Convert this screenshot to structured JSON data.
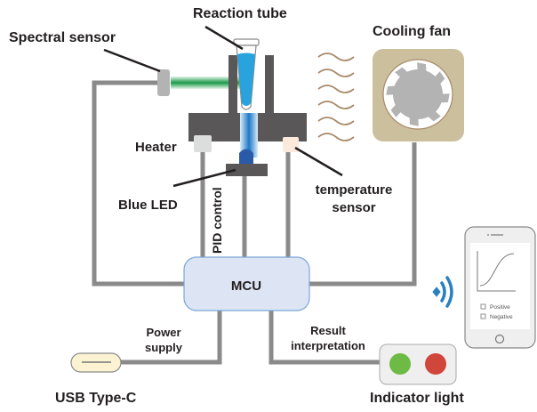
{
  "labels": {
    "reaction_tube": "Reaction tube",
    "spectral_sensor": "Spectral sensor",
    "cooling_fan": "Cooling fan",
    "heater": "Heater",
    "blue_led": "Blue LED",
    "pid_control": "PID control",
    "temperature_sensor_line1": "temperature",
    "temperature_sensor_line2": "sensor",
    "mcu": "MCU",
    "power_supply_line1": "Power",
    "power_supply_line2": "supply",
    "result_line1": "Result",
    "result_line2": "interpretation",
    "usb": "USB Type-C",
    "indicator_light": "Indicator light"
  },
  "phone": {
    "options": [
      "Positive",
      "Negative"
    ]
  },
  "colors": {
    "wire": "#8a8a8a",
    "block": "#595757",
    "liquid": "#29a3dd",
    "led": "#2a5aa8",
    "green_beam": "#1a9a4a",
    "fan_box": "#cbbf9d",
    "mcu_fill": "#dde5f4",
    "mcu_stroke": "#7aa6d6",
    "wifi": "#2a7fc0",
    "indicator_green": "#6dbb45",
    "indicator_red": "#d0463a",
    "usb_fill": "#fbf3d2",
    "heat_wave": "#a88a6a"
  }
}
